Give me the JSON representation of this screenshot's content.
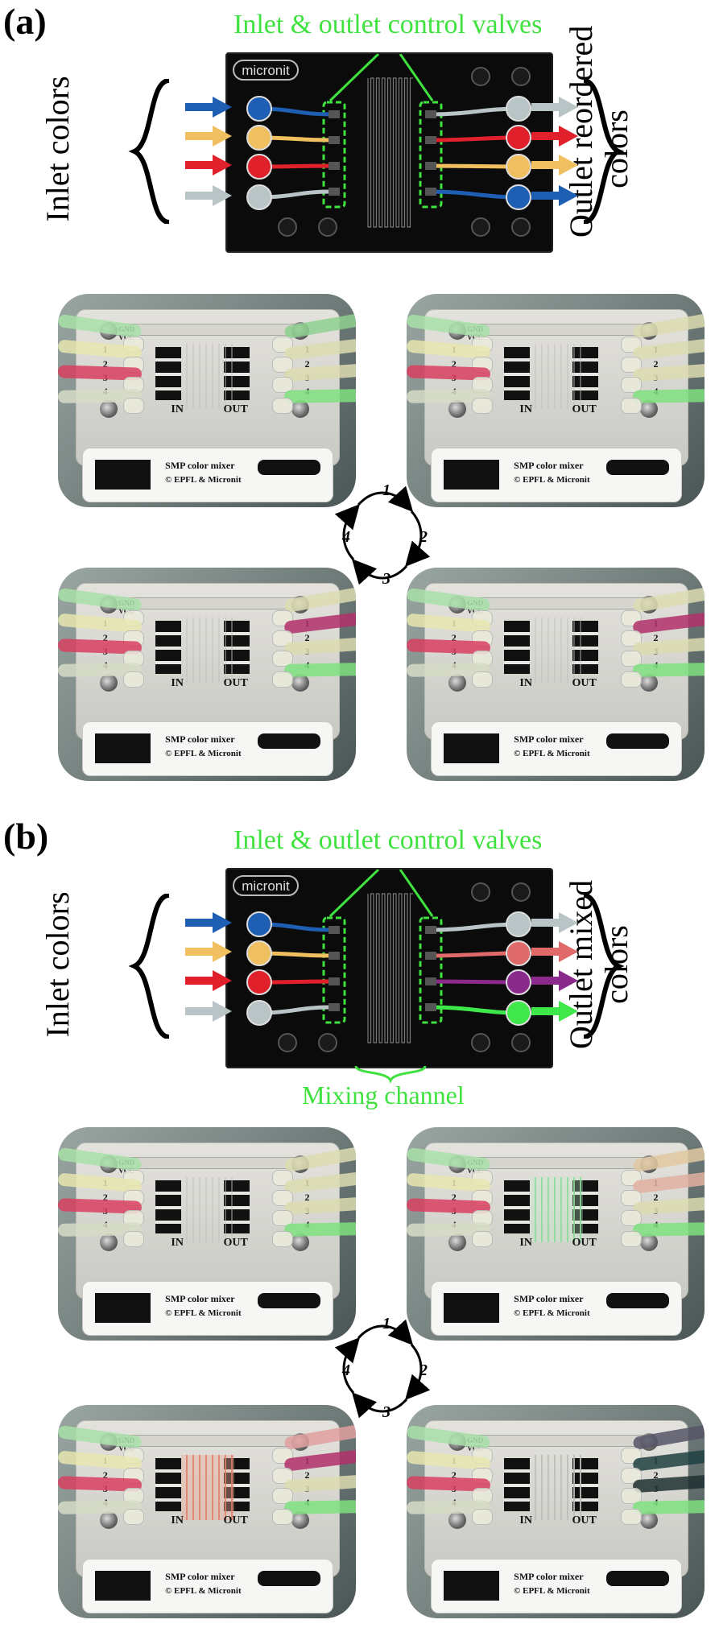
{
  "panel_a": {
    "label": "(a)",
    "valve_caption": "Inlet & outlet control valves",
    "chip_logo": "micronit",
    "left_text": "Inlet colors",
    "right_text_line1": "Outlet reordered",
    "right_text_line2": "colors",
    "inlet_colors": [
      "#1e5fb4",
      "#f0c060",
      "#e0202a",
      "#b8c4c6"
    ],
    "outlet_colors": [
      "#b8c4c6",
      "#e0202a",
      "#f0c060",
      "#1e5fb4"
    ],
    "cycle_steps": [
      "1",
      "2",
      "3",
      "4"
    ]
  },
  "panel_b": {
    "label": "(b)",
    "valve_caption": "Inlet & outlet control valves",
    "chip_logo": "micronit",
    "left_text": "Inlet colors",
    "right_text_line1": "Outlet mixed",
    "right_text_line2": "colors",
    "mixing_caption": "Mixing channel",
    "inlet_colors": [
      "#1e5fb4",
      "#f0c060",
      "#e0202a",
      "#b8c4c6"
    ],
    "outlet_colors": [
      "#b8c4c6",
      "#e06a6a",
      "#8a2a8a",
      "#3ee84a"
    ],
    "cycle_steps": [
      "1",
      "2",
      "3",
      "4"
    ]
  },
  "device_photo": {
    "port_numbers": [
      "1",
      "2",
      "3",
      "4"
    ],
    "in_label": "IN",
    "out_label": "OUT",
    "product_line1": "SMP color mixer",
    "product_line2": "© EPFL & Micronit",
    "power_labels": [
      "GND",
      "VCC"
    ]
  },
  "photos_a": [
    {
      "id": "a1",
      "out_tubes": [
        "#8fd08f",
        "#dcdcb0",
        "#dcdcb0",
        "#7fe07f"
      ]
    },
    {
      "id": "a2",
      "out_tubes": [
        "#dcdcb0",
        "#dcdcb0",
        "#dcdcb0",
        "#7fe07f"
      ]
    },
    {
      "id": "a3",
      "out_tubes": [
        "#dcdcb0",
        "#b0306a",
        "#dcdcb0",
        "#7fe07f"
      ]
    },
    {
      "id": "a4",
      "out_tubes": [
        "#dcdcb0",
        "#b0306a",
        "#dcdcb0",
        "#7fe07f"
      ]
    }
  ],
  "photos_b": [
    {
      "id": "b1",
      "mixing": false,
      "out_tubes": [
        "#dcdcb0",
        "#dcdcb0",
        "#dcdcb0",
        "#7fe07f"
      ]
    },
    {
      "id": "b2",
      "mixing": true,
      "out_tubes": [
        "#e0c8a0",
        "#e0b0a0",
        "#dcdcb0",
        "#7fe07f"
      ]
    },
    {
      "id": "b3",
      "mixing": true,
      "out_tubes": [
        "#e0a0a0",
        "#b0306a",
        "#dcdcb0",
        "#7fe07f"
      ]
    },
    {
      "id": "b4",
      "mixing": true,
      "out_tubes": [
        "#556",
        "#1f3f3f",
        "#203030",
        "#7fe07f"
      ]
    }
  ]
}
